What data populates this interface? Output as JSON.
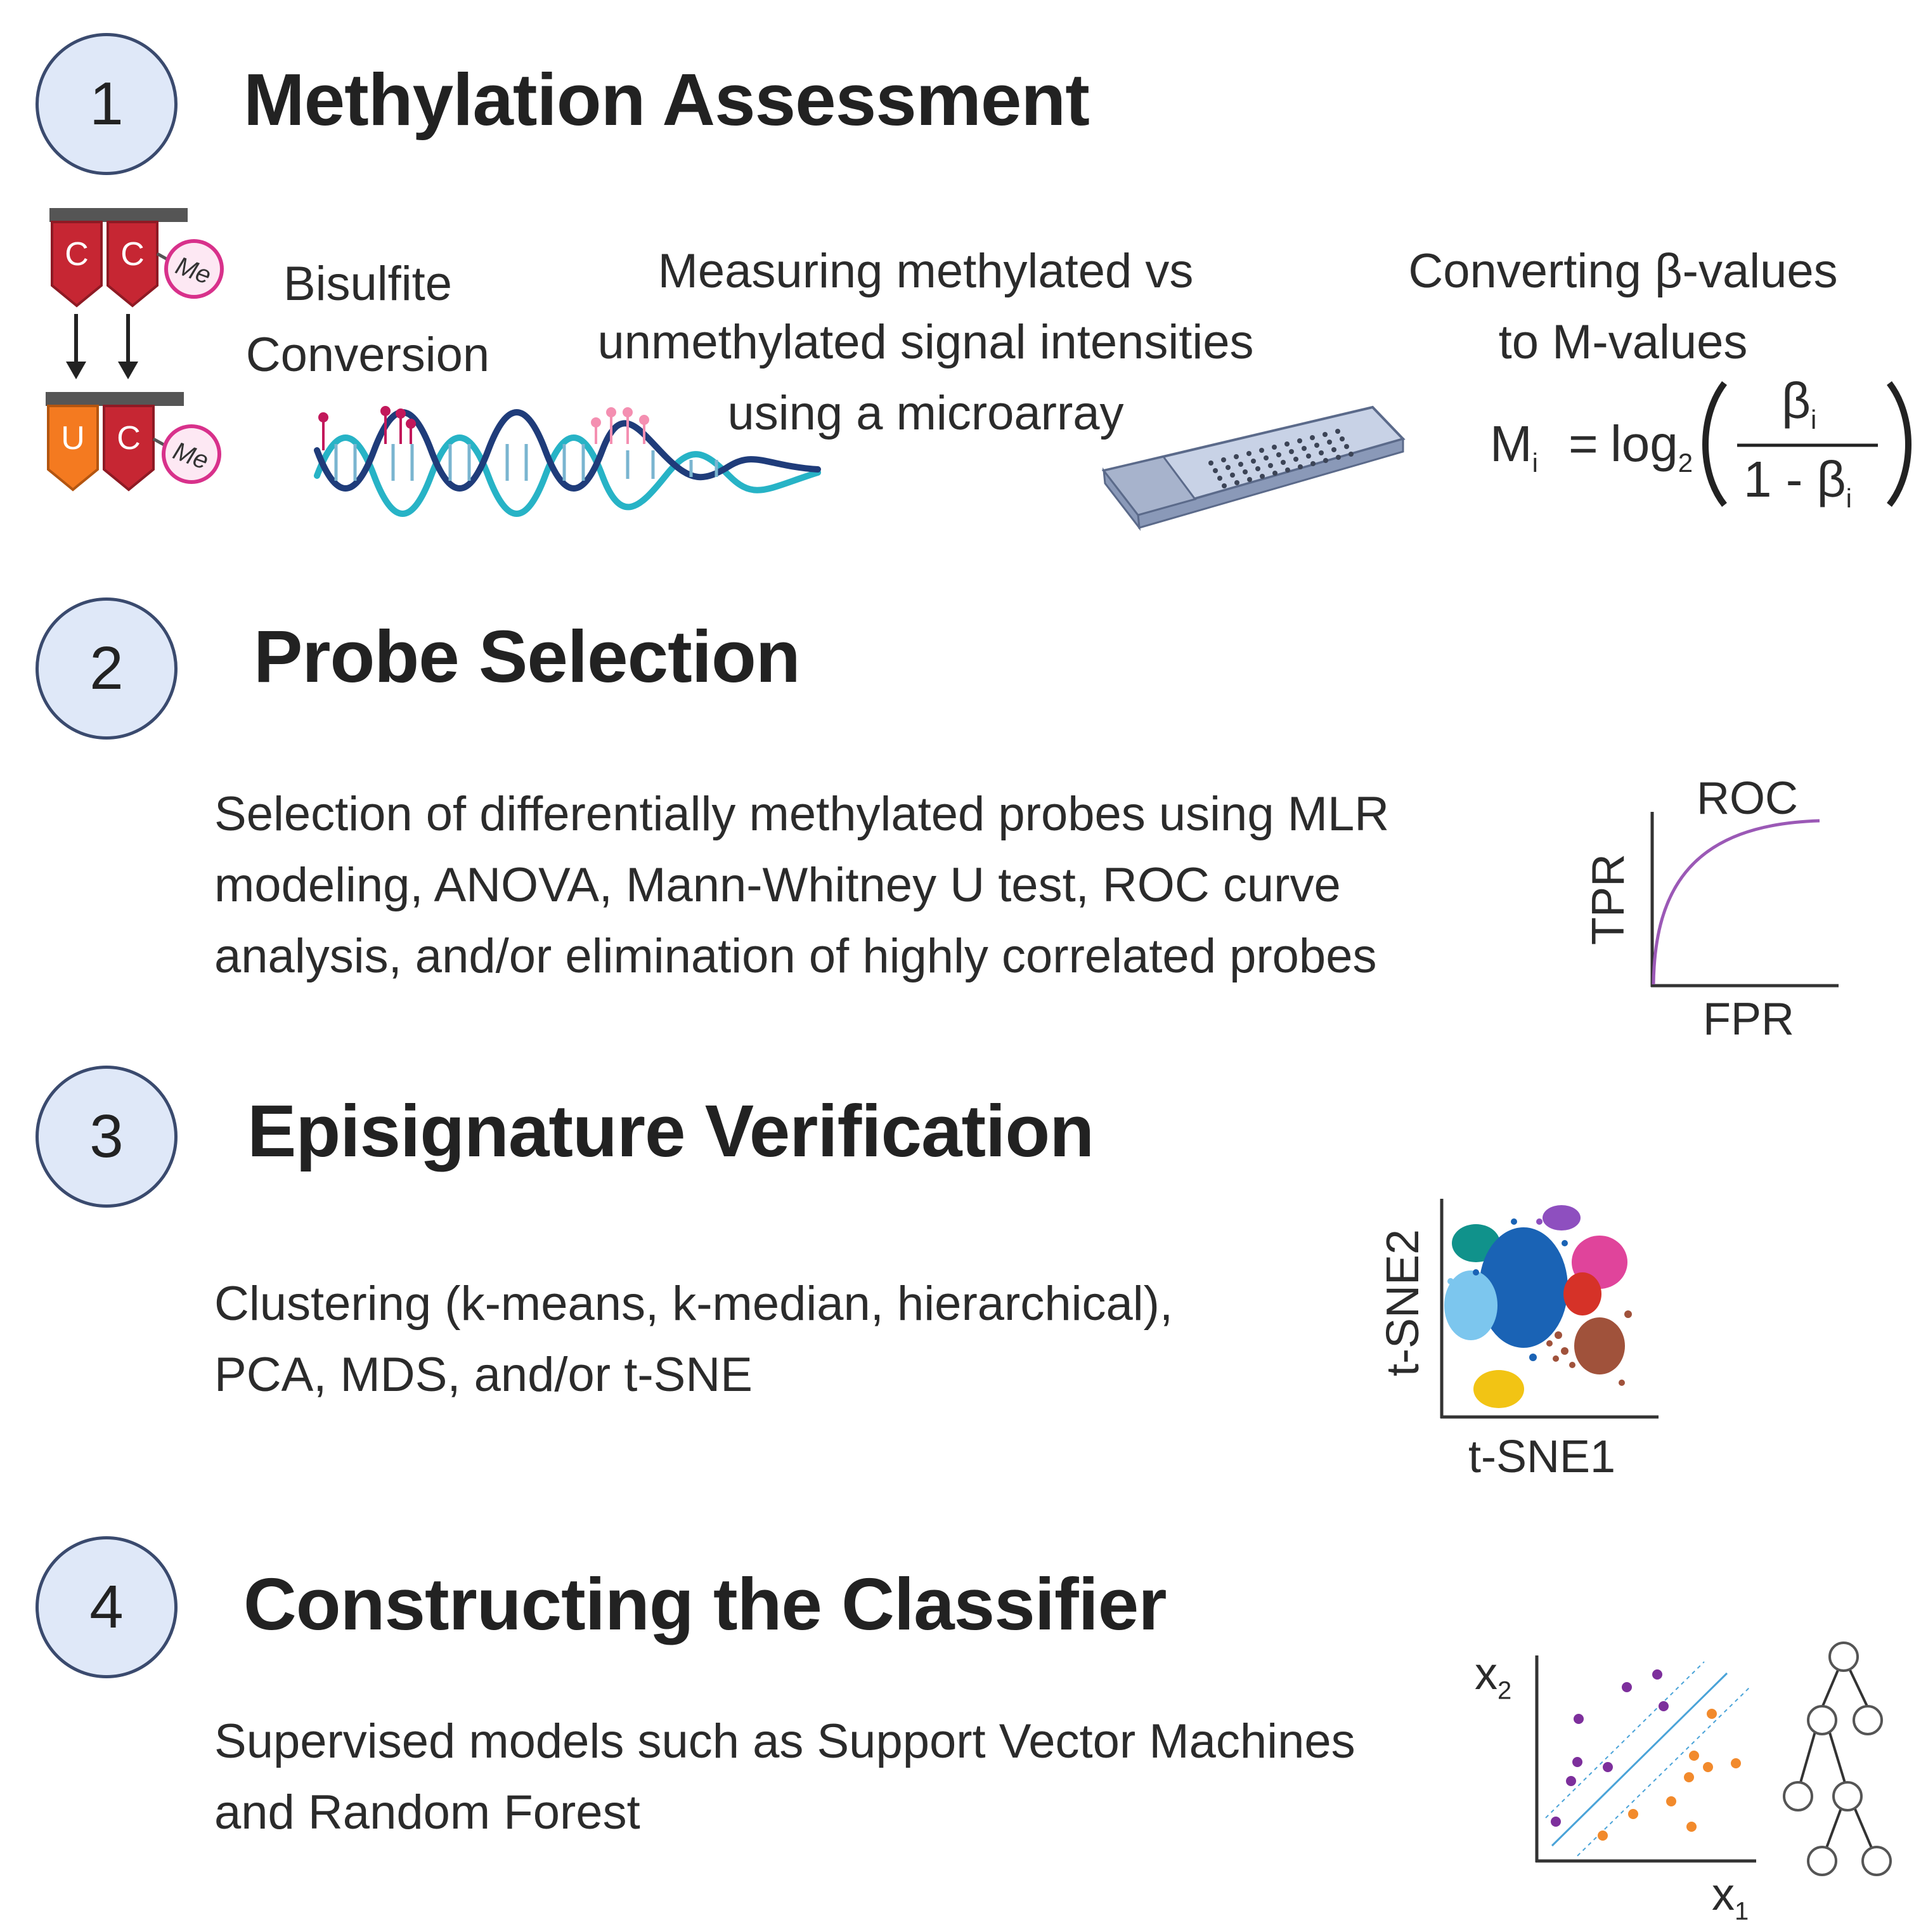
{
  "steps": [
    {
      "number": "1",
      "title": "Methylation Assessment"
    },
    {
      "number": "2",
      "title": "Probe Selection"
    },
    {
      "number": "3",
      "title": "Episignature Verification"
    },
    {
      "number": "4",
      "title": "Constructing the Classifier"
    }
  ],
  "step1": {
    "base_top": [
      "C",
      "C"
    ],
    "base_bottom": [
      "U",
      "C"
    ],
    "me_label": "Me",
    "bisulfite": [
      "Bisulfite",
      "Conversion"
    ],
    "measuring": [
      "Measuring methylated vs",
      "unmethylated signal intensities",
      "using a microarray"
    ],
    "converting": [
      "Converting β-values",
      "to M-values"
    ],
    "formula": {
      "lhs": "M",
      "sub_i": "i",
      "eq": "=",
      "log": "log",
      "sub_2": "2",
      "numerator": "β",
      "den_prefix": "1 - β"
    }
  },
  "step2": {
    "text": [
      "Selection of differentially methylated probes using MLR",
      "modeling, ANOVA, Mann-Whitney U test, ROC curve",
      "analysis, and/or elimination of highly correlated probes"
    ],
    "roc_title": "ROC",
    "roc_ylabel": "TPR",
    "roc_xlabel": "FPR"
  },
  "step3": {
    "text": [
      "Clustering (k-means, k-median, hierarchical),",
      "PCA, MDS, and/or t-SNE"
    ],
    "tsne_ylabel": "t-SNE2",
    "tsne_xlabel": "t-SNE1"
  },
  "step4": {
    "text": [
      "Supervised models such as Support Vector Machines",
      "and Random Forest"
    ],
    "axis_x2": "x",
    "axis_x2_sub": "2",
    "axis_x1": "x",
    "axis_x1_sub": "1"
  },
  "colors": {
    "circle_fill": "#dfe8f8",
    "circle_border": "#3a4a6e",
    "cytosine": "#c62633",
    "uracil": "#f47a20",
    "me_border": "#d8318b",
    "dna_teal": "#27b3c6",
    "dna_navy": "#1f3c7a",
    "roc_curve": "#9b59b6",
    "svm_purple": "#7d2f9c",
    "svm_orange": "#f28a2c",
    "svm_line": "#4aa3d8"
  }
}
